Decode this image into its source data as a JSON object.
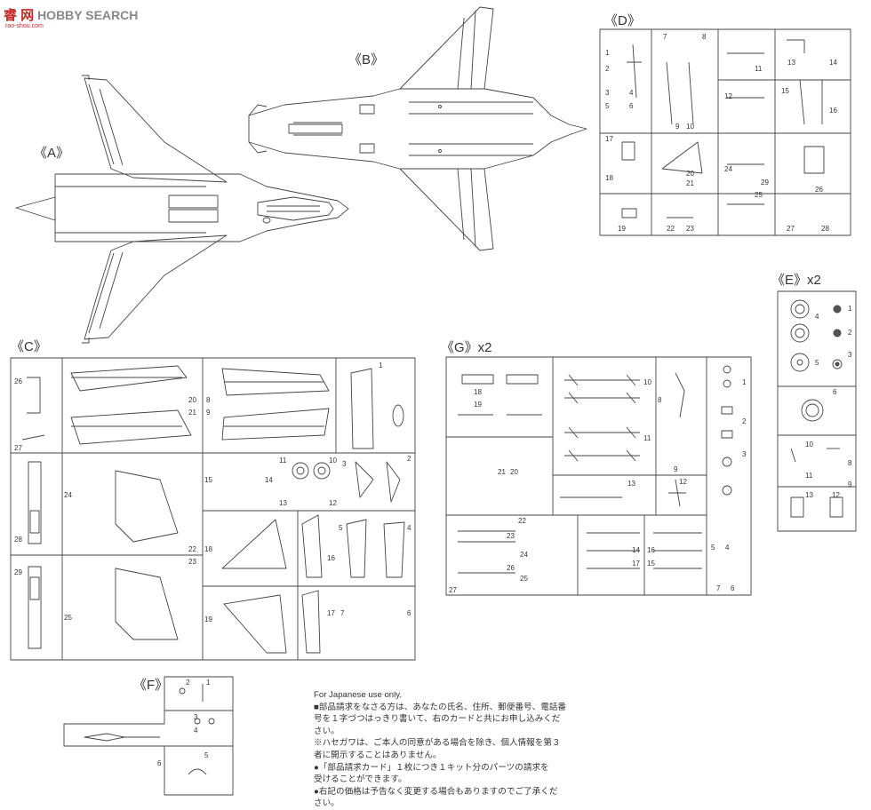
{
  "watermark": {
    "chars": "睿 网",
    "brand": "HOBBY SEARCH",
    "url": "rao-shou.com"
  },
  "views": {
    "a": "《A》",
    "b": "《B》"
  },
  "sprues": {
    "c": {
      "label": "《C》",
      "parts": [
        "26",
        "27",
        "20",
        "21",
        "8",
        "9",
        "1",
        "2",
        "3",
        "28",
        "24",
        "22",
        "23",
        "29",
        "25",
        "15",
        "14",
        "11",
        "10",
        "13",
        "12",
        "18",
        "19",
        "16",
        "17",
        "7",
        "5",
        "4",
        "6"
      ]
    },
    "d": {
      "label": "《D》",
      "parts": [
        "7",
        "8",
        "1",
        "2",
        "3",
        "4",
        "5",
        "6",
        "9",
        "10",
        "11",
        "12",
        "13",
        "14",
        "15",
        "16",
        "17",
        "18",
        "19",
        "20",
        "21",
        "22",
        "23",
        "24",
        "25",
        "26",
        "27",
        "28",
        "29"
      ]
    },
    "e": {
      "label": "《E》x2",
      "parts": [
        "4",
        "1",
        "2",
        "5",
        "3",
        "6",
        "10",
        "8",
        "11",
        "9",
        "13",
        "12"
      ]
    },
    "g": {
      "label": "《G》x2",
      "parts": [
        "18",
        "19",
        "10",
        "8",
        "1",
        "2",
        "3",
        "21",
        "20",
        "13",
        "11",
        "9",
        "22",
        "23",
        "24",
        "25",
        "26",
        "27",
        "14",
        "15",
        "16",
        "17",
        "12",
        "5",
        "4",
        "7",
        "6"
      ]
    },
    "f": {
      "label": "《F》",
      "parts": [
        "2",
        "1",
        "3",
        "4",
        "5",
        "6"
      ]
    }
  },
  "notice": {
    "line1": "For Japanese use only.",
    "line2": "■部品請求をなさる方は、あなたの氏名、住所、郵便番号、電話番",
    "line3": "号を１字づつはっきり書いて、右のカードと共にお申し込みくだ",
    "line4": "さい。",
    "line5": "※ハセガワは、ご本人の同意がある場合を除き、個人情報を第３",
    "line6": "者に開示することはありません。",
    "line7": "●「部品請求カード」１枚につき１キット分のパーツの請求を",
    "line8": "受けることができます。",
    "line9": "●右記の価格は予告なく変更する場合もありますのでご了承くだ",
    "line10": "さい。"
  }
}
